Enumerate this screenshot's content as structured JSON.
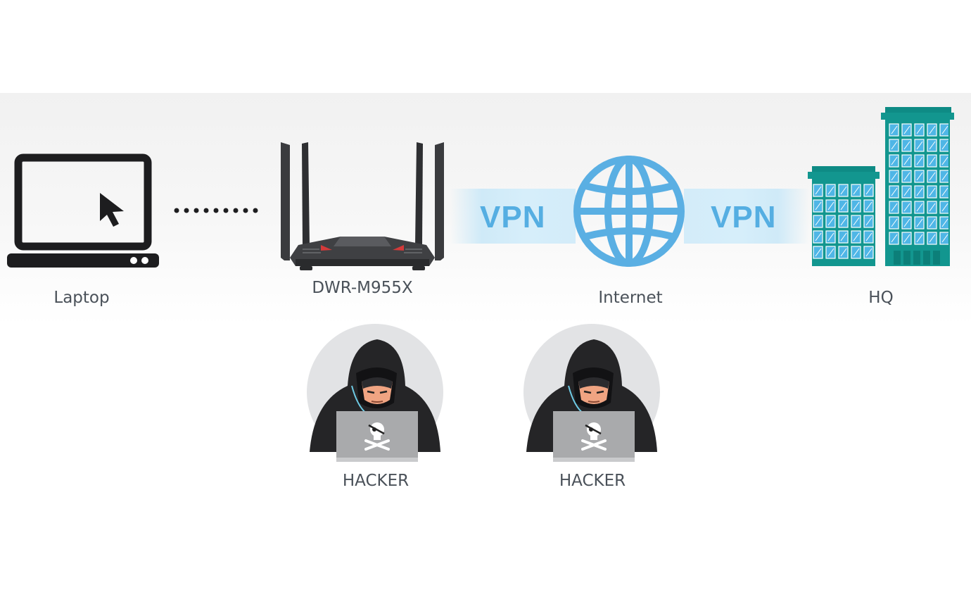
{
  "nodes": {
    "laptop": {
      "label": "Laptop"
    },
    "router": {
      "label": "DWR-M955X"
    },
    "internet": {
      "label": "Internet"
    },
    "hq": {
      "label": "HQ"
    }
  },
  "links": {
    "vpn_left": "VPN",
    "vpn_right": "VPN"
  },
  "threats": [
    {
      "label": "HACKER"
    },
    {
      "label": "HACKER"
    }
  ],
  "colors": {
    "vpn_blue": "#55aee2",
    "globe_blue": "#5aafe3",
    "building_teal": "#12968f",
    "window_blue": "#4fb6e6",
    "dark": "#1d1d1f"
  }
}
